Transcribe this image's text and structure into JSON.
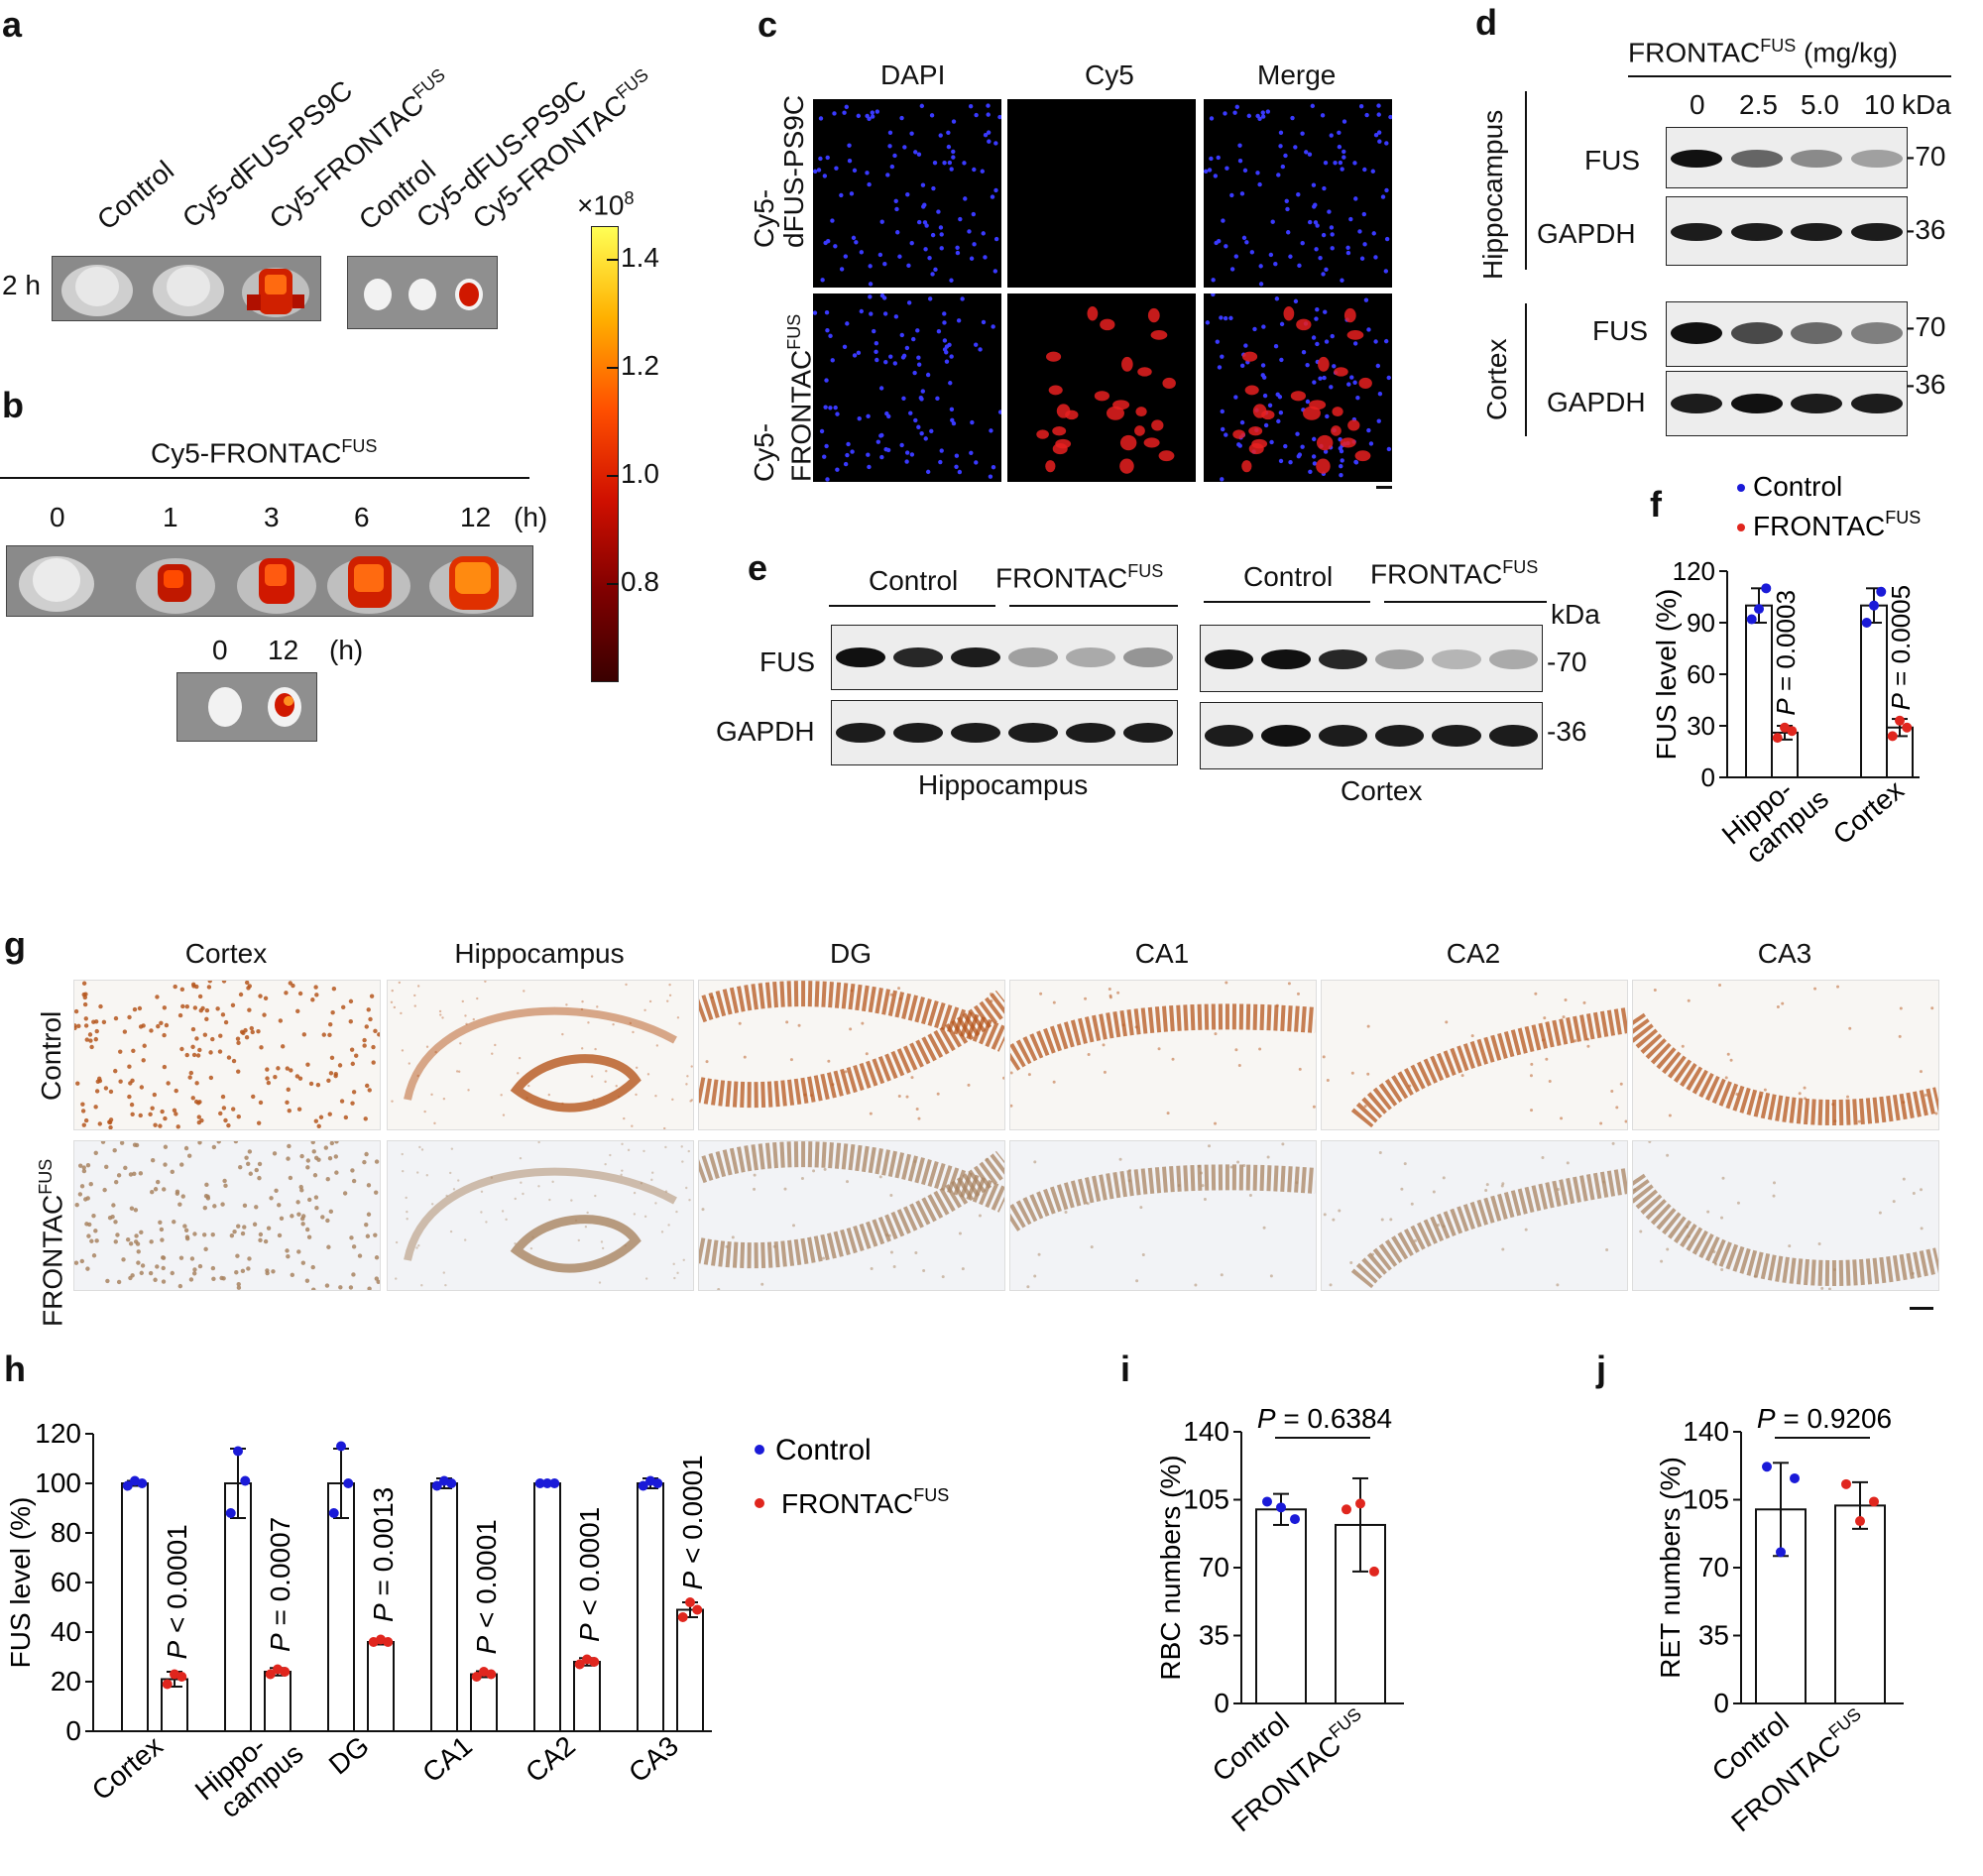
{
  "panels": {
    "a": "a",
    "b": "b",
    "c": "c",
    "d": "d",
    "e": "e",
    "f": "f",
    "g": "g",
    "h": "h",
    "i": "i",
    "j": "j"
  },
  "panel_a": {
    "col_labels": [
      "Control",
      "Cy5-dFUS-PS9C",
      "Cy5-FRONTAC"
    ],
    "col_sup": "FUS",
    "time_label": "2 h"
  },
  "panel_b": {
    "title": "Cy5-FRONTAC",
    "title_sup": "FUS",
    "times": [
      "0",
      "1",
      "3",
      "6",
      "12"
    ],
    "unit": "(h)",
    "brain_times": [
      "0",
      "12"
    ],
    "brain_unit": "(h)"
  },
  "colorbar": {
    "scale_label": "×10",
    "scale_exp": "8",
    "ticks": [
      "1.4",
      "1.2",
      "1.0",
      "0.8"
    ],
    "tick_values": [
      1.4,
      1.2,
      1.0,
      0.8
    ],
    "colors": [
      "#ffff55",
      "#ffb000",
      "#ff5000",
      "#d01000",
      "#800000",
      "#3a0000"
    ]
  },
  "panel_c": {
    "cols": [
      "DAPI",
      "Cy5",
      "Merge"
    ],
    "row1": "Cy5-dFUS-PS9C",
    "row1_a": "Cy5-",
    "row1_b": "dFUS-PS9C",
    "row2_a": "Cy5-",
    "row2_b": "FRONTAC",
    "row2_sup": "FUS"
  },
  "panel_d": {
    "title": "FRONTAC",
    "title_sup": "FUS",
    "title_unit": " (mg/kg)",
    "doses": [
      "0",
      "2.5",
      "5.0",
      "10"
    ],
    "kda": "kDa",
    "region1": "Hippocampus",
    "region2": "Cortex",
    "rows": [
      "FUS",
      "GAPDH",
      "FUS",
      "GAPDH"
    ],
    "markers": [
      "-70",
      "-36",
      "-70",
      "-36"
    ],
    "fus_hippo_intensity": [
      1.0,
      0.62,
      0.45,
      0.35
    ],
    "fus_cortex_intensity": [
      1.0,
      0.75,
      0.6,
      0.5
    ]
  },
  "panel_e": {
    "groups": [
      "Control",
      "FRONTAC",
      "Control",
      "FRONTAC"
    ],
    "group_sup": "FUS",
    "rows": [
      "FUS",
      "GAPDH"
    ],
    "kda": "kDa",
    "markers": [
      "-70",
      "-36"
    ],
    "regions": [
      "Hippocampus",
      "Cortex"
    ]
  },
  "panel_f": {
    "legend": [
      "Control",
      "FRONTAC"
    ],
    "legend_sup": "FUS",
    "ylabel": "FUS level (%)",
    "yticks": [
      "0",
      "30",
      "60",
      "90",
      "120"
    ],
    "cat1_a": "Hippo-",
    "cat1_b": "campus",
    "cat2": "Cortex",
    "pvalues": [
      "P = 0.0003",
      "P = 0.0005"
    ]
  },
  "panel_g": {
    "cols": [
      "Cortex",
      "Hippocampus",
      "DG",
      "CA1",
      "CA2",
      "CA3"
    ],
    "row1": "Control",
    "row2": "FRONTAC",
    "row2_sup": "FUS"
  },
  "panel_h": {
    "legend": [
      "Control",
      "FRONTAC"
    ],
    "legend_sup": "FUS",
    "ylabel": "FUS level (%)",
    "yticks": [
      "0",
      "20",
      "40",
      "60",
      "80",
      "100",
      "120"
    ],
    "categories": [
      "Cortex",
      "Hippo-",
      "DG",
      "CA1",
      "CA2",
      "CA3"
    ],
    "hippo_b": "campus",
    "pvalues": [
      "P < 0.0001",
      "P = 0.0007",
      "P = 0.0013",
      "P < 0.0001",
      "P < 0.0001",
      "P < 0.0001"
    ]
  },
  "panel_i": {
    "ylabel": "RBC numbers (%)",
    "yticks": [
      "0",
      "35",
      "70",
      "105",
      "140"
    ],
    "pvalue": "P = 0.6384",
    "cats": [
      "Control",
      "FRONTAC"
    ],
    "cat_sup": "FUS"
  },
  "panel_j": {
    "ylabel": "RET numbers (%)",
    "yticks": [
      "0",
      "35",
      "70",
      "105",
      "140"
    ],
    "pvalue": "P = 0.9206",
    "cats": [
      "Control",
      "FRONTAC"
    ],
    "cat_sup": "FUS"
  },
  "chart_data": [
    {
      "id": "f",
      "type": "bar",
      "ylabel": "FUS level (%)",
      "ylim": [
        0,
        120
      ],
      "categories": [
        "Hippocampus",
        "Cortex"
      ],
      "series": [
        {
          "name": "Control",
          "color": "#1a1ad8",
          "values": [
            100,
            100
          ],
          "sd": [
            10,
            10
          ],
          "points": [
            [
              92,
              110,
              98
            ],
            [
              90,
              108,
              100
            ]
          ]
        },
        {
          "name": "FRONTACFUS",
          "color": "#e0261e",
          "values": [
            26,
            29
          ],
          "sd": [
            4,
            5
          ],
          "points": [
            [
              23,
              27,
              29
            ],
            [
              24,
              29,
              33
            ]
          ]
        }
      ],
      "annotations": [
        "P = 0.0003",
        "P = 0.0005"
      ]
    },
    {
      "id": "h",
      "type": "bar",
      "ylabel": "FUS level (%)",
      "ylim": [
        0,
        120
      ],
      "categories": [
        "Cortex",
        "Hippocampus",
        "DG",
        "CA1",
        "CA2",
        "CA3"
      ],
      "series": [
        {
          "name": "Control",
          "color": "#1a1ad8",
          "values": [
            100,
            100,
            100,
            100,
            100,
            100
          ],
          "sd": [
            1,
            14,
            14,
            2,
            1,
            2
          ],
          "points": [
            [
              99,
              100,
              101
            ],
            [
              88,
              101,
              113
            ],
            [
              88,
              100,
              115
            ],
            [
              99,
              100,
              101
            ],
            [
              100,
              100,
              100
            ],
            [
              99,
              100,
              101
            ]
          ]
        },
        {
          "name": "FRONTACFUS",
          "color": "#e0261e",
          "values": [
            21,
            24,
            36,
            23,
            28,
            49
          ],
          "sd": [
            3,
            1.5,
            1,
            1.2,
            1.5,
            3
          ],
          "points": [
            [
              19,
              22,
              23
            ],
            [
              23,
              24,
              25
            ],
            [
              36,
              36,
              37
            ],
            [
              22,
              23,
              24
            ],
            [
              27,
              28,
              29
            ],
            [
              46,
              49,
              52
            ]
          ]
        }
      ],
      "annotations": [
        "P < 0.0001",
        "P = 0.0007",
        "P = 0.0013",
        "P < 0.0001",
        "P < 0.0001",
        "P < 0.0001"
      ]
    },
    {
      "id": "i",
      "type": "bar",
      "ylabel": "RBC numbers (%)",
      "ylim": [
        0,
        140
      ],
      "categories": [
        "Control",
        "FRONTACFUS"
      ],
      "values": [
        100,
        92
      ],
      "sd": [
        8,
        24
      ],
      "points": [
        [
          104,
          95,
          101
        ],
        [
          100,
          68,
          103
        ]
      ],
      "colors": [
        "#1a1ad8",
        "#e0261e"
      ],
      "annotation": "P = 0.6384"
    },
    {
      "id": "j",
      "type": "bar",
      "ylabel": "RET numbers (%)",
      "ylim": [
        0,
        140
      ],
      "categories": [
        "Control",
        "FRONTACFUS"
      ],
      "values": [
        100,
        102
      ],
      "sd": [
        24,
        12
      ],
      "points": [
        [
          122,
          116,
          78
        ],
        [
          113,
          104,
          94
        ]
      ],
      "colors": [
        "#1a1ad8",
        "#e0261e"
      ],
      "annotation": "P = 0.9206"
    }
  ]
}
